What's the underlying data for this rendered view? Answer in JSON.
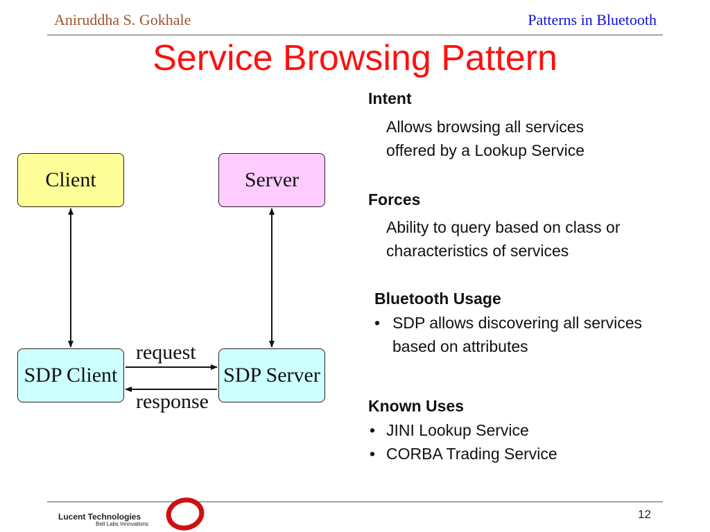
{
  "header": {
    "author": "Aniruddha S. Gokhale",
    "topic": "Patterns in Bluetooth"
  },
  "title": "Service Browsing Pattern",
  "diagram": {
    "client": "Client",
    "server": "Server",
    "sdp_client": "SDP Client",
    "sdp_server": "SDP Server",
    "request": "request",
    "response": "response"
  },
  "sections": {
    "intent": {
      "heading": "Intent",
      "lines": [
        "Allows browsing all services",
        "offered by a Lookup Service"
      ]
    },
    "forces": {
      "heading": "Forces",
      "lines": [
        "Ability to query based on class or",
        "characteristics of services"
      ]
    },
    "bluetooth_usage": {
      "heading": "Bluetooth Usage",
      "bullet": "•",
      "lines": [
        "SDP allows discovering all services",
        "based on attributes"
      ]
    },
    "known_uses": {
      "heading": "Known Uses",
      "bullet": "•",
      "items": [
        "JINI Lookup Service",
        "CORBA Trading Service"
      ]
    }
  },
  "footer": {
    "logo_name": "Lucent Technologies",
    "logo_tagline": "Bell Labs Innovations",
    "page_number": "12"
  },
  "colors": {
    "title": "#ff1010",
    "author": "#a0522d",
    "topic": "#1010e0",
    "client_box": "#ffff99",
    "server_box": "#ffccff",
    "sdp_box": "#ccffff",
    "logo_ring": "#cc1111"
  }
}
